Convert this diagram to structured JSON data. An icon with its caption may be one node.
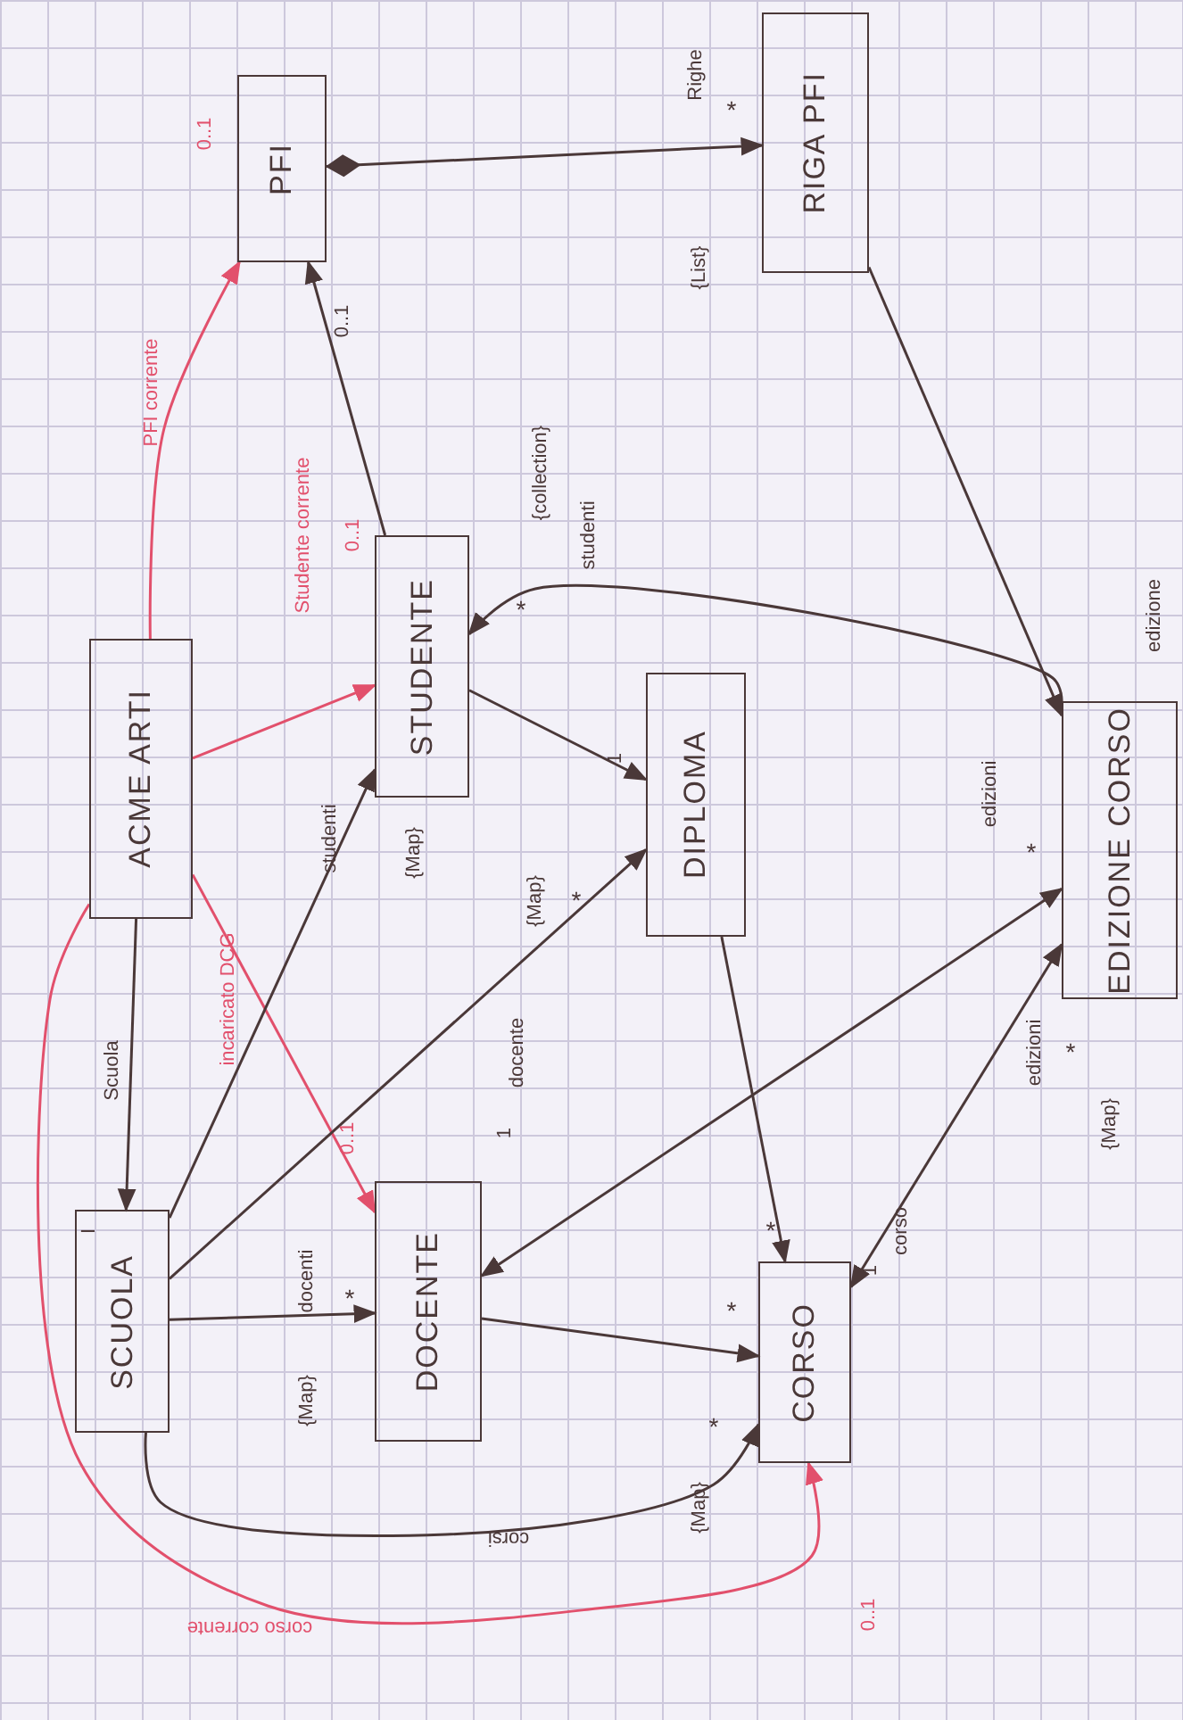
{
  "diagram": {
    "nodes": [
      {
        "text": [
          "PFI"
        ]
      },
      {
        "text": [
          "RIGA PFI"
        ]
      },
      {
        "text": [
          "ACME ARTI"
        ]
      },
      {
        "text": [
          "STUDENTE"
        ]
      },
      {
        "text": [
          "DIPLOMA"
        ]
      },
      {
        "text": [
          "EDIZIONE CORSO"
        ]
      },
      {
        "text": [
          "SCUOLA"
        ]
      },
      {
        "text": [
          "DOCENTE"
        ]
      },
      {
        "text": [
          "CORSO"
        ]
      }
    ],
    "edges": [
      {
        "from": 0,
        "to": 1,
        "arrow": "to"
      },
      {
        "from": 1,
        "to": 5,
        "arrow": "to"
      },
      {
        "from": 5,
        "to": 3,
        "arrow": "to"
      },
      {
        "from": 3,
        "to": 0,
        "arrow": "to"
      },
      {
        "from": 3,
        "to": 4,
        "arrow": "to"
      },
      {
        "from": 2,
        "to": 0,
        "arrow": "to",
        "color": "#e2506c"
      },
      {
        "from": 2,
        "to": 3,
        "arrow": "to",
        "color": "#e2506c"
      },
      {
        "from": 2,
        "to": 7,
        "arrow": "to",
        "color": "#e2506c"
      },
      {
        "from": 2,
        "to": 6,
        "arrow": "to"
      },
      {
        "from": 2,
        "to": 8,
        "arrow": "to",
        "color": "#e2506c"
      },
      {
        "from": 6,
        "to": 3,
        "arrow": "to"
      },
      {
        "from": 6,
        "to": 4,
        "arrow": "to"
      },
      {
        "from": 6,
        "to": 7,
        "arrow": "to"
      },
      {
        "from": 6,
        "to": 8,
        "arrow": "to"
      },
      {
        "from": 7,
        "to": 8,
        "arrow": "to"
      },
      {
        "from": 4,
        "to": 8,
        "arrow": "to"
      },
      {
        "from": 7,
        "to": 5,
        "arrow": "both"
      },
      {
        "from": 8,
        "to": 5,
        "arrow": "both"
      }
    ],
    "labels": [
      "0..1",
      "Righe",
      "*",
      "{List}",
      "0..1",
      "PFI corrente",
      "{collection}",
      "studenti",
      "Studente corrente",
      "0..1",
      "*",
      "edizione",
      "1",
      "edizioni",
      "*",
      "studenti",
      "{Map}",
      "{Map}",
      "*",
      "incaricato DCG",
      "edizioni",
      "*",
      "Scuola",
      "docente",
      "1",
      "{Map}",
      "0..1",
      "corso",
      "I",
      "*",
      "1",
      "docenti",
      "*",
      "*",
      "{Map}",
      "*",
      "{Map}",
      "corsi",
      "corso corrente",
      "0..1"
    ]
  }
}
